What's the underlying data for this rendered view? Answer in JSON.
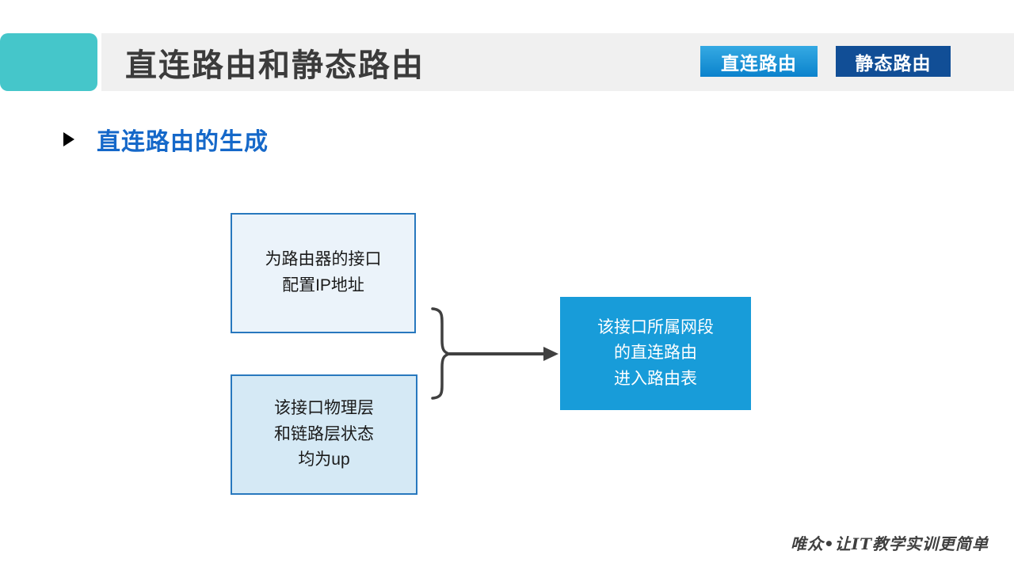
{
  "slide": {
    "header": {
      "title": "直连路由和静态路由",
      "nav_buttons": [
        {
          "label": "直连路由"
        },
        {
          "label": "静态路由"
        }
      ]
    },
    "section": {
      "heading": "直连路由的生成"
    },
    "diagram": {
      "input_boxes": [
        {
          "text": "为路由器的接口\n配置IP地址"
        },
        {
          "text": "该接口物理层\n和链路层状态\n均为up"
        }
      ],
      "result_box": {
        "text": "该接口所属网段\n的直连路由\n进入路由表"
      }
    },
    "footer": {
      "tagline": "唯众•让IT教学实训更简单"
    }
  },
  "colors": {
    "accent_teal": "#45C6CA",
    "header_bar_gray": "#F0F0F0",
    "title_text": "#3B3B3B",
    "nav_button_blue_top": "#35AAE3",
    "nav_button_blue_bottom": "#0B82CC",
    "nav_button_navy": "#114E96",
    "section_heading_blue": "#1568C9",
    "box_fill_pale_blue": "#EBF3FA",
    "box_fill_light_blue": "#D5E9F5",
    "box_border_blue": "#2878BE",
    "result_box_blue": "#189CD9",
    "connector_gray": "#404040"
  }
}
